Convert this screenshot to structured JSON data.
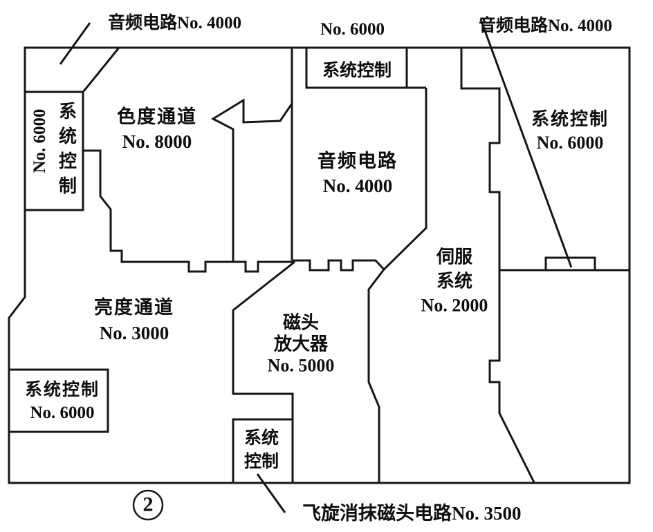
{
  "figure": {
    "type": "pcb-region-layout-diagram",
    "caption_number": "2",
    "background_color": "#ffffff",
    "line_color": "#161616",
    "text_color": "#0e0e0e"
  },
  "callout_labels": {
    "top_left": "音频电路No. 4000",
    "top_center": "No. 6000",
    "top_right": "音频电路No. 4000",
    "bottom": "飞旋消抹磁头电路No. 3500"
  },
  "regions": {
    "chroma_channel": {
      "name": "色度通道",
      "number": "No. 8000"
    },
    "audio_circuit": {
      "name": "音频电路",
      "number": "No. 4000"
    },
    "luminance_channel": {
      "name": "亮度通道",
      "number": "No. 3000"
    },
    "head_amplifier": {
      "name_line1": "磁头",
      "name_line2": "放大器",
      "number": "No. 5000"
    },
    "servo_system": {
      "name_line1": "伺服",
      "name_line2": "系统",
      "number": "No. 2000"
    },
    "system_control_top": {
      "name": "系统控制"
    },
    "system_control_right": {
      "name": "系统控制",
      "number": "No. 6000"
    },
    "system_control_left_box": {
      "name": "系统控制",
      "number": "No. 6000"
    },
    "system_control_bottom_left_box": {
      "name": "系统控制",
      "number": "No. 6000"
    },
    "system_control_bottom_box": {
      "name_line1": "系统",
      "name_line2": "控制"
    }
  }
}
